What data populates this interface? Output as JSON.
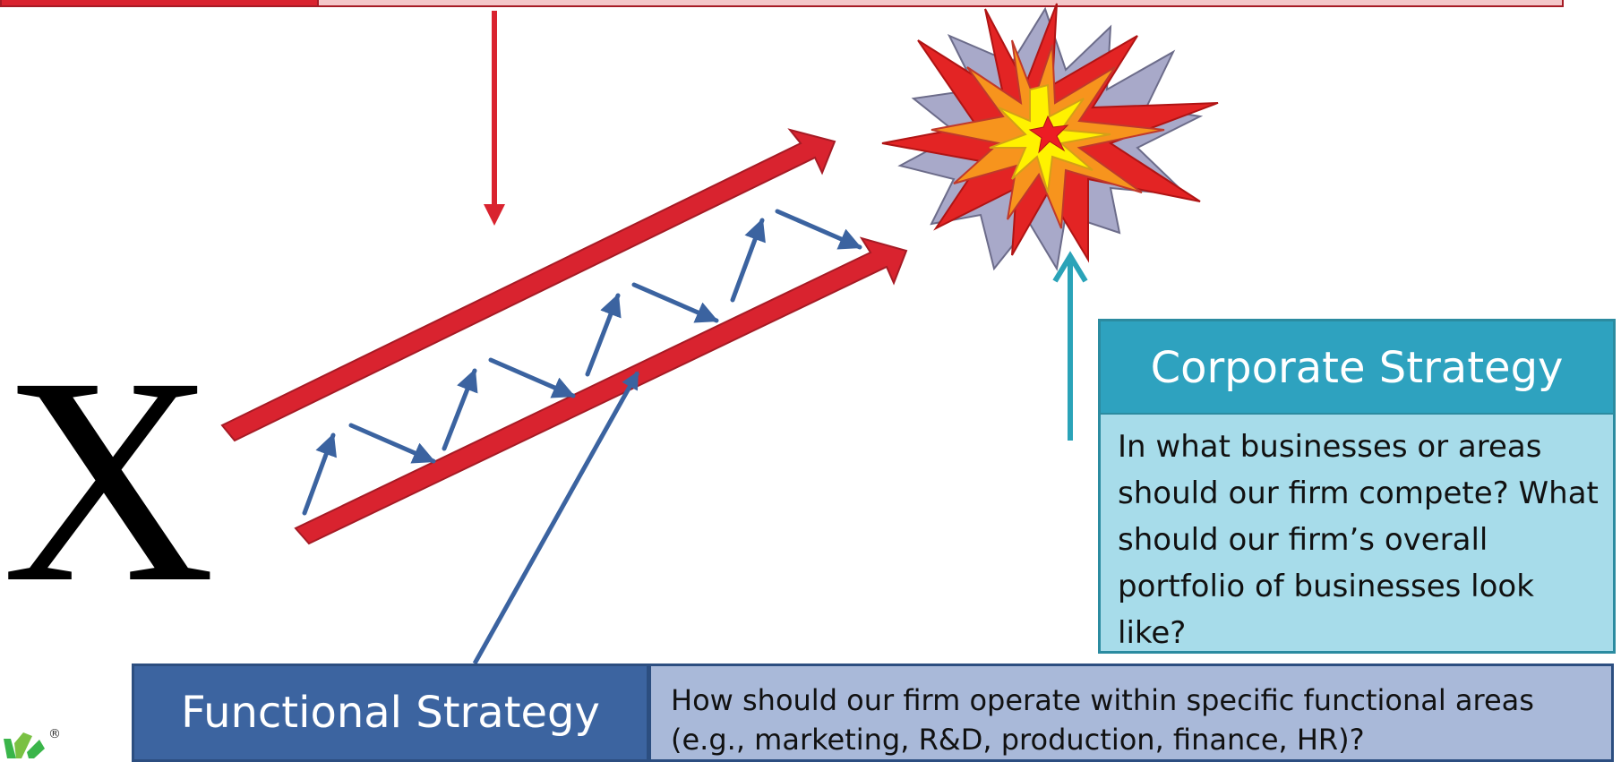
{
  "x_label": "X",
  "corporate": {
    "title": "Corporate Strategy",
    "question": "In what businesses or areas should our firm compete? What should our firm’s overall portfolio of businesses look like?"
  },
  "functional": {
    "title": "Functional Strategy",
    "question": "How should our firm operate within specific functional areas (e.g., marketing, R&D, production, finance, HR)?"
  },
  "logo": {
    "symbol": "®"
  },
  "colors": {
    "red_arrow": "#d9232f",
    "blue_arrow": "#3b63a0",
    "teal_arrow": "#2aa3b8",
    "corporate_header": "#2ea2bf",
    "corporate_body": "#a7dcea",
    "functional_header": "#3c64a0",
    "functional_body": "#a9b9d9"
  }
}
